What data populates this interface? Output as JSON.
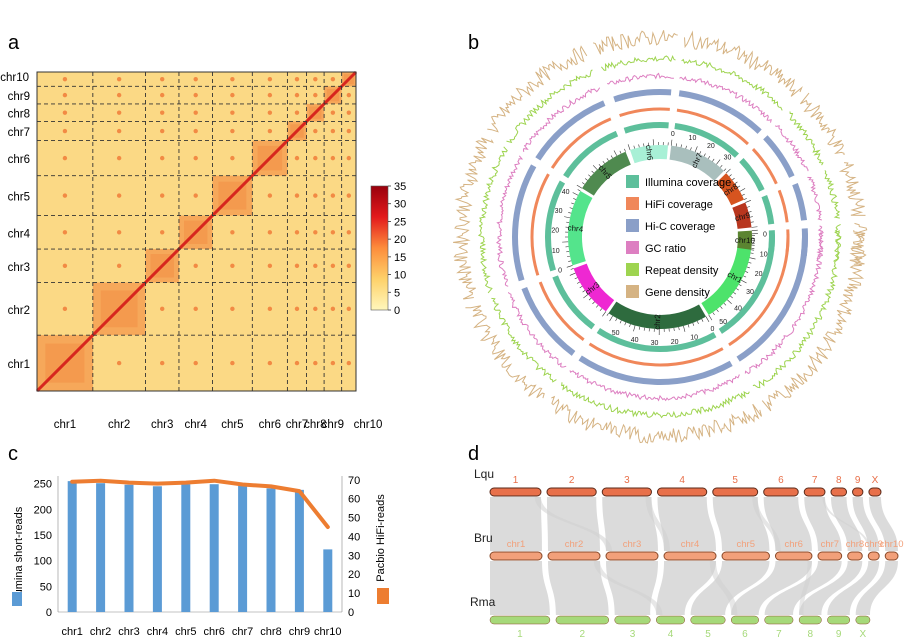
{
  "panels": {
    "a": {
      "label": "a",
      "chromosomes": [
        "chr1",
        "chr2",
        "chr3",
        "chr4",
        "chr5",
        "chr6",
        "chr7",
        "chr8",
        "chr9",
        "chr10"
      ],
      "colorbar": {
        "ticks": [
          "35",
          "30",
          "25",
          "20",
          "15",
          "10",
          "5",
          "0"
        ],
        "colors": [
          "#fff7bc",
          "#fed16a",
          "#fd8d3c",
          "#e31a1c",
          "#99000d"
        ]
      }
    },
    "b": {
      "label": "b",
      "ideogram": [
        {
          "name": "chr1",
          "color": "#4de36b"
        },
        {
          "name": "chr2",
          "color": "#2e6b3e"
        },
        {
          "name": "chr3",
          "color": "#ee28d2"
        },
        {
          "name": "chr4",
          "color": "#54e48c"
        },
        {
          "name": "chr5",
          "color": "#4f8a4f"
        },
        {
          "name": "chr6",
          "color": "#a8f0d6"
        },
        {
          "name": "chr7",
          "color": "#a9bfbd"
        },
        {
          "name": "chr8",
          "color": "#d6541f"
        },
        {
          "name": "chr9",
          "color": "#b8361e"
        },
        {
          "name": "chr10",
          "color": "#5b8431"
        }
      ],
      "scale_labels": [
        "0",
        "10",
        "20",
        "30",
        "40",
        "50"
      ],
      "legend": [
        {
          "label": "Illumina coverage",
          "color": "#5dbf9b"
        },
        {
          "label": "HiFi coverage",
          "color": "#f0875a"
        },
        {
          "label": "Hi-C coverage",
          "color": "#8a9fc8"
        },
        {
          "label": "GC ratio",
          "color": "#dd7fc1"
        },
        {
          "label": "Repeat density",
          "color": "#9ed450"
        },
        {
          "label": "Gene density",
          "color": "#d5b383"
        }
      ]
    },
    "c": {
      "label": "c",
      "left_axis_label": "Illumina short-reads",
      "right_axis_label": "Pacbio HiFi-reads",
      "left_ticks": [
        "0",
        "50",
        "100",
        "150",
        "200",
        "250"
      ],
      "right_ticks": [
        "0",
        "10",
        "20",
        "30",
        "40",
        "50",
        "60",
        "70"
      ],
      "bar_color": "#5b9bd5",
      "line_color": "#ed7d31"
    },
    "d": {
      "label": "d",
      "rows": [
        {
          "name": "Lqu",
          "labels": [
            "1",
            "2",
            "3",
            "4",
            "5",
            "6",
            "7",
            "8",
            "9",
            "X"
          ],
          "color": "#e8704a"
        },
        {
          "name": "Bru",
          "labels": [
            "chr1",
            "chr2",
            "chr3",
            "chr4",
            "chr5",
            "chr6",
            "chr7",
            "chr8",
            "chr9",
            "chr10"
          ],
          "color": "#f2a07a"
        },
        {
          "name": "Rma",
          "labels": [
            "1",
            "2",
            "3",
            "4",
            "5",
            "6",
            "7",
            "8",
            "9",
            "X"
          ],
          "color": "#a6d97a"
        }
      ]
    }
  },
  "chart_data": {
    "type": "bar",
    "categories": [
      "chr1",
      "chr2",
      "chr3",
      "chr4",
      "chr5",
      "chr6",
      "chr7",
      "chr8",
      "chr9",
      "chr10"
    ],
    "series": [
      {
        "name": "Illumina short-reads",
        "values": [
          255,
          251,
          248,
          245,
          249,
          249,
          246,
          241,
          238,
          122
        ],
        "axis": "left",
        "kind": "bar"
      },
      {
        "name": "Pacbio HiFi-reads",
        "values": [
          69,
          69.5,
          68.5,
          68,
          68.5,
          69.5,
          67.5,
          66.5,
          64,
          45
        ],
        "axis": "right",
        "kind": "line"
      }
    ],
    "ylim_left": [
      0,
      265
    ],
    "ylim_right": [
      0,
      72
    ],
    "xlabel": "",
    "ylabel": "Illumina short-reads",
    "y2label": "Pacbio HiFi-reads"
  }
}
